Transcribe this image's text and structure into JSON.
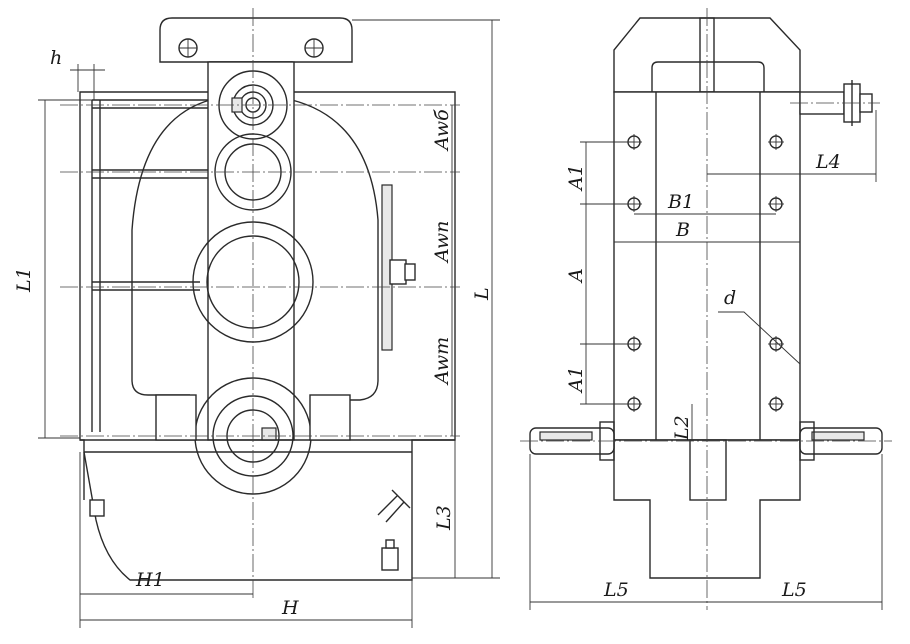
{
  "labels": {
    "h": "h",
    "L1": "L1",
    "Awb": "Awб",
    "Awn": "Awn",
    "Awt": "Awт",
    "L": "L",
    "L3": "L3",
    "H1": "H1",
    "H": "H",
    "A1_top": "A1",
    "A1_bottom": "A1",
    "A": "A",
    "B1": "B1",
    "B": "B",
    "L4": "L4",
    "d": "d",
    "L2": "L2",
    "L5_left": "L5",
    "L5_right": "L5"
  }
}
